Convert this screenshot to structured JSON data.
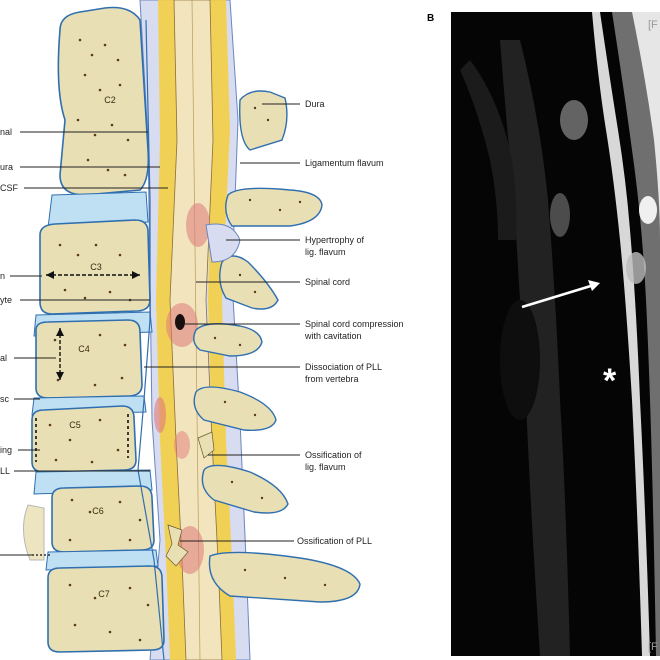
{
  "panel_b": {
    "letter": "B",
    "corner_top": "[F",
    "corner_bottom": "[F",
    "asterisk": "*"
  },
  "vertebra_labels": [
    "C2",
    "C3",
    "C4",
    "C5",
    "C6",
    "C7"
  ],
  "left_labels": [
    "nal",
    "ura",
    "CSF",
    "n",
    "yte",
    "al",
    "sc",
    "ing",
    "LL"
  ],
  "right_labels": [
    [
      "Dura"
    ],
    [
      "Ligamentum flavum"
    ],
    [
      "Hypertrophy of",
      "lig. flavum"
    ],
    [
      "Spinal cord"
    ],
    [
      "Spinal cord compression",
      "with cavitation"
    ],
    [
      "Dissociation of PLL",
      "from vertebra"
    ],
    [
      "Ossification of",
      "lig. flavum"
    ],
    [
      "Ossification of PLL"
    ]
  ],
  "colors": {
    "bone": "#e9dfb4",
    "bone_edge": "#2f6fb0",
    "disc": "#bfe0f2",
    "canal": "#d8dcf0",
    "cord": "#f2e4bc",
    "csf": "#f3cf45",
    "lesion": "#e07a7a",
    "mri_bg": "#050505"
  }
}
